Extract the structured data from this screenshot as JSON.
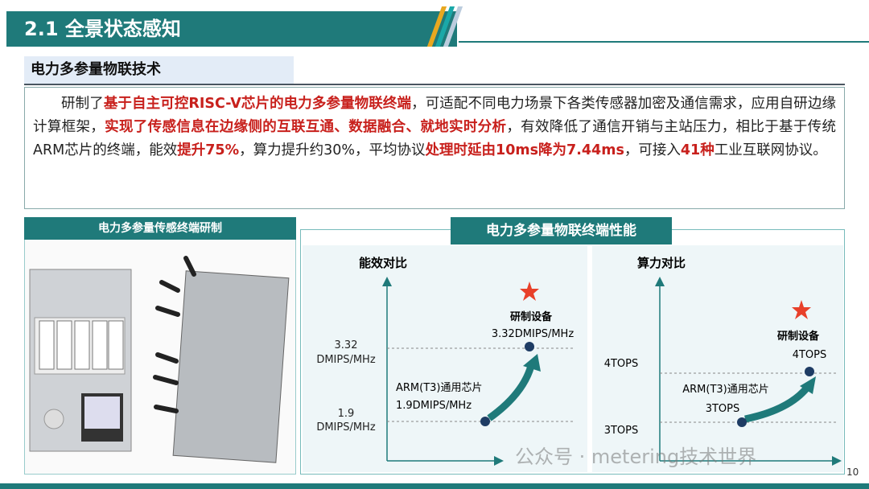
{
  "header": {
    "title": "2.1 全景状态感知",
    "subtitle": "电力多参量物联技术"
  },
  "paragraph": [
    {
      "t": "研制了",
      "hl": false
    },
    {
      "t": "基于自主可控RISC-V芯片的电力多参量物联终端",
      "hl": true
    },
    {
      "t": "，可适配不同电力场景下各类传感器加密及通信需求，应用自研边缘计算框架，",
      "hl": false
    },
    {
      "t": "实现了传感信息在边缘侧的互联互通、数据融合、就地实时分析",
      "hl": true
    },
    {
      "t": "，有效降低了通信开销与主站压力，相比于基于传统ARM芯片的终端，能效",
      "hl": false
    },
    {
      "t": "提升75%",
      "hl": true
    },
    {
      "t": "，算力提升约30%，平均协议",
      "hl": false
    },
    {
      "t": "处理时延由10ms降为7.44ms",
      "hl": true
    },
    {
      "t": "，可接入",
      "hl": false
    },
    {
      "t": "41种",
      "hl": true
    },
    {
      "t": "工业互联网协议。",
      "hl": false
    }
  ],
  "left_panel": {
    "title": "电力多参量传感终端研制"
  },
  "right_panel": {
    "title": "电力多参量物联终端性能"
  },
  "chart_data": [
    {
      "type": "line",
      "title": "能效对比",
      "ylabel_ticks": [
        "3.32 DMIPS/MHz",
        "1.9 DMIPS/MHz"
      ],
      "tick1a": "3.32",
      "tick1b": "DMIPS/MHz",
      "tick2a": "1.9",
      "tick2b": "DMIPS/MHz",
      "points": [
        {
          "name": "ARM(T3)通用芯片",
          "value": 1.9,
          "label": "1.9DMIPS/MHz"
        },
        {
          "name": "研制设备",
          "value": 3.32,
          "label": "3.32DMIPS/MHz"
        }
      ]
    },
    {
      "type": "line",
      "title": "算力对比",
      "tick1": "4TOPS",
      "tick2": "3TOPS",
      "points": [
        {
          "name": "ARM(T3)通用芯片",
          "value": 3,
          "label": "3TOPS"
        },
        {
          "name": "研制设备",
          "value": 4,
          "label": "4TOPS"
        }
      ]
    }
  ],
  "colors": {
    "teal": "#1f7a7a",
    "red": "#c8201c",
    "star": "#e8402a",
    "point": "#1e3c64"
  },
  "watermark": "公众号 · metering技术世界",
  "page_number": "10"
}
